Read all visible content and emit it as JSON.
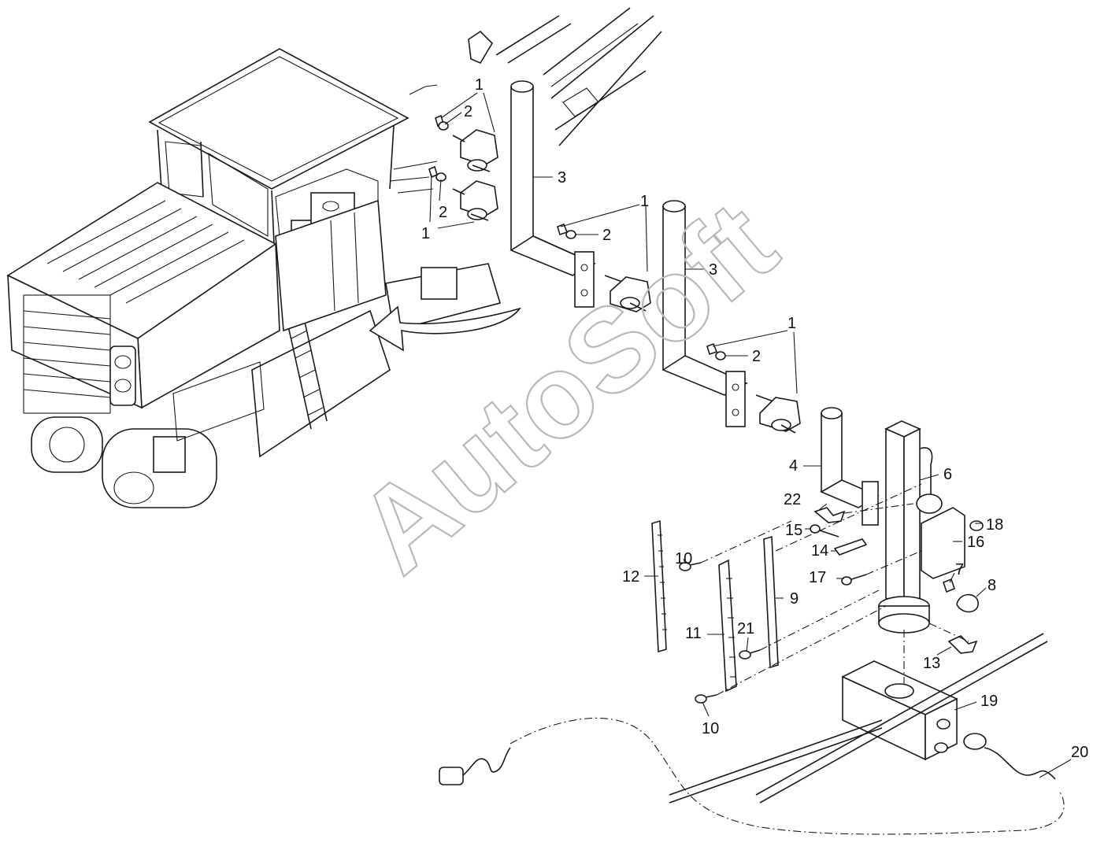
{
  "watermark": "AutoSoft",
  "colors": {
    "ink": "#1a1a1a",
    "watermark": "#b8b8b8",
    "background": "#ffffff"
  },
  "callouts": [
    {
      "id": "c1a",
      "text": "1"
    },
    {
      "id": "c2a",
      "text": "2"
    },
    {
      "id": "c2b",
      "text": "2"
    },
    {
      "id": "c1b",
      "text": "1"
    },
    {
      "id": "c3a",
      "text": "3"
    },
    {
      "id": "c1c",
      "text": "1"
    },
    {
      "id": "c2c",
      "text": "2"
    },
    {
      "id": "c3b",
      "text": "3"
    },
    {
      "id": "c1d",
      "text": "1"
    },
    {
      "id": "c2d",
      "text": "2"
    },
    {
      "id": "c4",
      "text": "4"
    },
    {
      "id": "c6",
      "text": "6"
    },
    {
      "id": "c22",
      "text": "22"
    },
    {
      "id": "c18",
      "text": "18"
    },
    {
      "id": "c15",
      "text": "15"
    },
    {
      "id": "c16",
      "text": "16"
    },
    {
      "id": "c14",
      "text": "14"
    },
    {
      "id": "c12",
      "text": "12"
    },
    {
      "id": "c10a",
      "text": "10"
    },
    {
      "id": "c17",
      "text": "17"
    },
    {
      "id": "c7",
      "text": "7"
    },
    {
      "id": "c8",
      "text": "8"
    },
    {
      "id": "c9",
      "text": "9"
    },
    {
      "id": "c21",
      "text": "21"
    },
    {
      "id": "c11",
      "text": "11"
    },
    {
      "id": "c13",
      "text": "13"
    },
    {
      "id": "c19",
      "text": "19"
    },
    {
      "id": "c10b",
      "text": "10"
    },
    {
      "id": "c20",
      "text": "20"
    }
  ]
}
